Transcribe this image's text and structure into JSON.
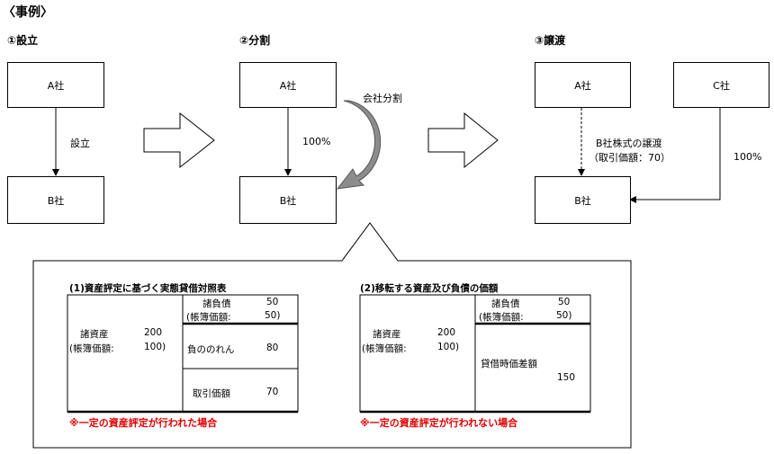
{
  "page_title": "〈事例〉",
  "steps": {
    "s1": {
      "title": "①設立",
      "top_box": "A社",
      "bottom_box": "B社",
      "arrow_label": "設立"
    },
    "s2": {
      "title": "②分割",
      "top_box": "A社",
      "bottom_box": "B社",
      "arrow_label": "100%",
      "curve_label": "会社分割"
    },
    "s3": {
      "title": "③譲渡",
      "top_box": "A社",
      "right_box": "C社",
      "bottom_box": "B社",
      "transfer_label": "B社株式の譲渡",
      "price_label": "（取引価額：70）",
      "right_label": "100%"
    }
  },
  "bs1": {
    "title": "(1)資産評定に基づく実態貸借対照表",
    "asset_name": "諸資産",
    "asset_value": "200",
    "asset_book": "(帳簿価額:",
    "asset_book_value": "100)",
    "liab_name": "諸負債",
    "liab_value": "50",
    "liab_book": "(帳簿価額:",
    "liab_book_value": "50)",
    "goodwill_name": "負ののれん",
    "goodwill_value": "80",
    "price_name": "取引価額",
    "price_value": "70",
    "note": "※一定の資産評定が行われた場合"
  },
  "bs2": {
    "title": "(2)移転する資産及び負債の価額",
    "asset_name": "諸資産",
    "asset_value": "200",
    "asset_book": "(帳簿価額:",
    "asset_book_value": "100)",
    "liab_name": "諸負債",
    "liab_value": "50",
    "liab_book": "(帳簿価額:",
    "liab_book_value": "50)",
    "diff_name": "貸借時価差額",
    "diff_value": "150",
    "note": "※一定の資産評定が行われない場合"
  }
}
